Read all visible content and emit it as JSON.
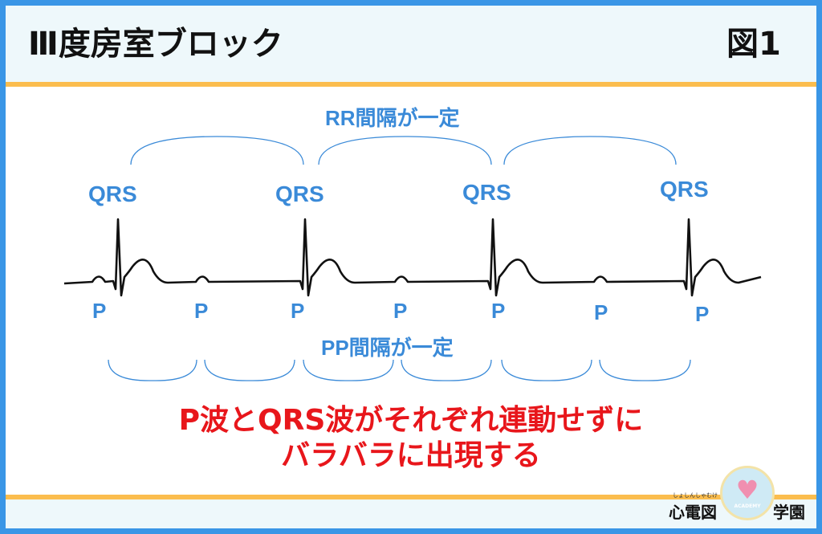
{
  "header": {
    "title": "Ⅲ度房室ブロック",
    "figure": "図1"
  },
  "diagram": {
    "rr_label": "RR間隔が一定",
    "pp_label": "PP間隔が一定",
    "qrs_label": "QRS",
    "p_label": "P",
    "caption_line1": "P波とQRS波がそれぞれ連動せずに",
    "caption_line2": "バラバラに出現する"
  },
  "colors": {
    "accent": "#3a8ad8",
    "border": "#3a96e6",
    "stripe": "#fbbd4e",
    "caption": "#e8161b"
  },
  "footer": {
    "logo_left": "心電図",
    "logo_ruby": "しょしんしゃむけ",
    "logo_right": "学園",
    "logo_badge": "ACADEMY"
  }
}
